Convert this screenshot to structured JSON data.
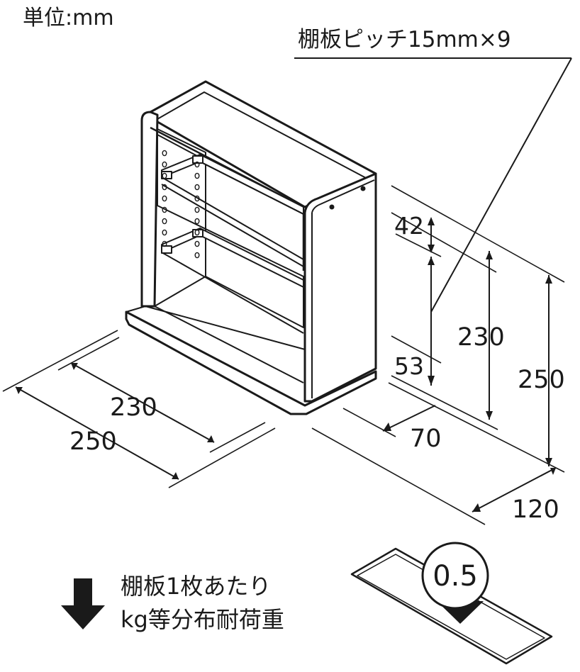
{
  "unit_label": "単位:mm",
  "pitch_label": "棚板ピッチ15mm×9",
  "dimensions": {
    "top_gap": "42",
    "inner_height": "230",
    "outer_height": "250",
    "bottom_gap": "53",
    "inner_width": "230",
    "outer_width": "250",
    "shelf_depth": "70",
    "outer_depth": "120"
  },
  "load_note": {
    "line1": "棚板1枚あたり",
    "line2": "kg等分布耐荷重",
    "value": "0.5"
  }
}
